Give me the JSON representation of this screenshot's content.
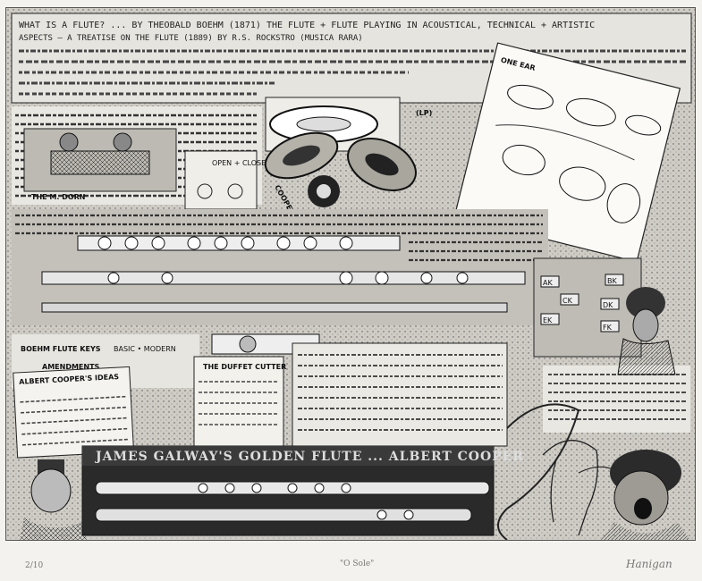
{
  "header": {
    "line1": "WHAT IS A FLUTE? ... BY THEOBALD BOEHM (1871) THE FLUTE + FLUTE PLAYING IN ACOUSTICAL, TECHNICAL + ARTISTIC",
    "line2": "ASPECTS — A TREATISE ON THE FLUTE (1889) BY R.S. ROCKSTRO (MUSICA RARA)"
  },
  "labels": {
    "ldp": "(LP)",
    "one_ear": "ONE EAR",
    "cooper_hole": "COOPER HOLE",
    "modern": "THE M. DORN",
    "boehm_keys": "BOEHM FLUTE KEYS",
    "amendments": "AMENDMENTS",
    "basic_modern": "BASIC • MODERN",
    "albert_cooper": "ALBERT COOPER'S IDEAS",
    "duffet": "THE DUFFET CUTTER",
    "galway_banner": "JAMES GALWAY'S GOLDEN FLUTE ... ALBERT COOPER",
    "open_closed": "OPEN + CLOSED",
    "keys": [
      "AK",
      "BK",
      "CK",
      "DK",
      "EK",
      "FK"
    ]
  },
  "margin": {
    "edition": "2/10",
    "title": "\"O Sole\"",
    "signature": "Hanigan"
  },
  "colors": {
    "paper": "#f3f2ee",
    "plate": "#d9d7d1",
    "ink": "#1a1a1a"
  }
}
